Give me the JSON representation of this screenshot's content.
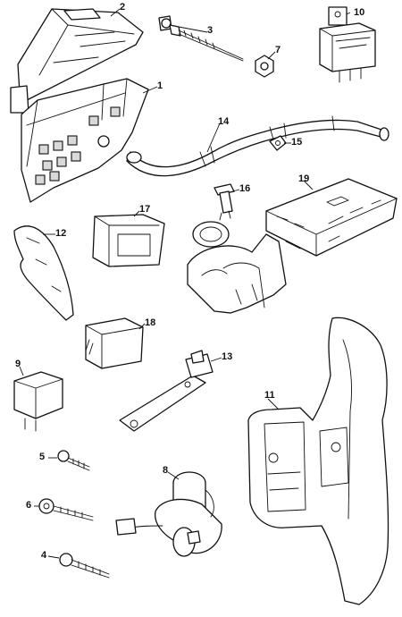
{
  "callouts": {
    "p1": "1",
    "p2": "2",
    "p3": "3",
    "p4": "4",
    "p5": "5",
    "p6": "6",
    "p7": "7",
    "p8": "8",
    "p9": "9",
    "p10": "10",
    "p11": "11",
    "p12": "12",
    "p13": "13",
    "p14": "14",
    "p15": "15",
    "p16": "16",
    "p17": "17",
    "p18": "18",
    "p19": "19"
  },
  "style": {
    "line_color": "#111111",
    "background": "#ffffff"
  }
}
